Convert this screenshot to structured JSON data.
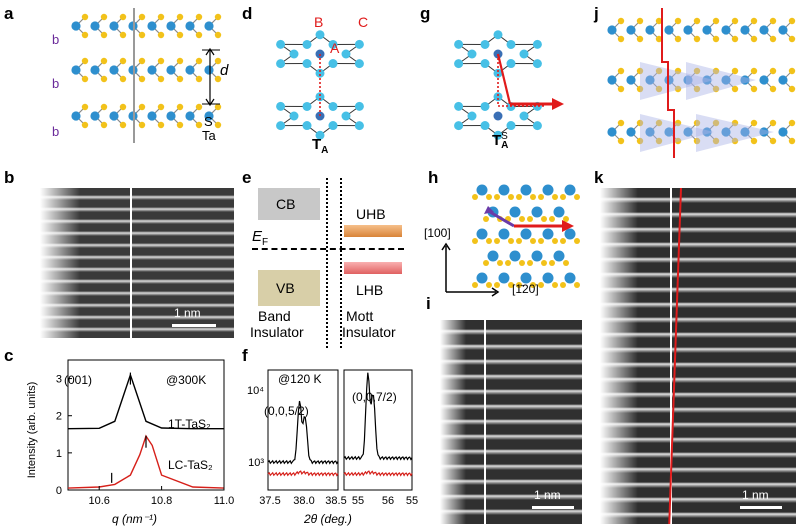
{
  "panels": {
    "a": {
      "label": "a",
      "layers": [
        "b",
        "b",
        "b"
      ],
      "d_label": "d",
      "s_label": "S",
      "ta_label": "Ta"
    },
    "b": {
      "label": "b",
      "scale": "1 nm"
    },
    "c": {
      "label": "c",
      "peak_label": "(001)",
      "temp": "@300K",
      "curve1": "1T-TaS₂",
      "curve2": "LC-TaS₂",
      "ylabel": "Intensity (arb. units)",
      "xlabel": "q (nm⁻¹)"
    },
    "d": {
      "label": "d",
      "pos_a": "A",
      "pos_b": "B",
      "pos_c": "C",
      "stacking": "T",
      "stacking_sub": "A"
    },
    "e": {
      "label": "e",
      "cb": "CB",
      "vb": "VB",
      "ef": "E",
      "ef_sub": "F",
      "uhb": "UHB",
      "lhb": "LHB",
      "left_title1": "Band",
      "left_title2": "Insulator",
      "right_title1": "Mott",
      "right_title2": "Insulator"
    },
    "f": {
      "label": "f",
      "temp": "@120 K",
      "peak1": "(0,0,5/2)",
      "peak2": "(0,0,7/2)",
      "xlabel": "2θ (deg.)"
    },
    "g": {
      "label": "g",
      "stacking": "T",
      "stacking_sub": "A",
      "stacking_sup": "S"
    },
    "h": {
      "label": "h",
      "axis_v": "[100]",
      "axis_h": "[1̄20]"
    },
    "i": {
      "label": "i",
      "scale": "1 nm"
    },
    "j": {
      "label": "j"
    },
    "k": {
      "label": "k",
      "scale": "1 nm"
    }
  },
  "chart_data": [
    {
      "type": "line",
      "panel": "c",
      "title": "",
      "xlabel": "q (nm⁻¹)",
      "ylabel": "Intensity (arb. units)",
      "xlim": [
        10.5,
        11.0
      ],
      "ylim": [
        0,
        3.5
      ],
      "x_ticks": [
        "10.6",
        "10.8",
        "11.0"
      ],
      "y_ticks": [
        "0",
        "1",
        "2",
        "3"
      ],
      "series": [
        {
          "name": "1T-TaS₂",
          "color": "#000000",
          "x": [
            10.5,
            10.6,
            10.65,
            10.68,
            10.7,
            10.72,
            10.75,
            10.8,
            10.9,
            11.0
          ],
          "y": [
            1.65,
            1.66,
            1.85,
            2.6,
            3.1,
            2.6,
            1.85,
            1.67,
            1.65,
            1.65
          ]
        },
        {
          "name": "LC-TaS₂",
          "color": "#d6201a",
          "x": [
            10.5,
            10.6,
            10.65,
            10.7,
            10.73,
            10.75,
            10.77,
            10.8,
            10.9,
            11.0
          ],
          "y": [
            0.05,
            0.08,
            0.15,
            0.4,
            0.95,
            1.45,
            1.2,
            0.4,
            0.08,
            0.05
          ]
        }
      ]
    },
    {
      "type": "line",
      "panel": "f",
      "title": "",
      "xlabel": "2θ (deg.)",
      "ylabel": "",
      "y_scale": "log",
      "x_ticks": [
        "37.5",
        "38.0",
        "38.5",
        "55",
        "56",
        "55"
      ],
      "y_ticks": [
        "10³",
        "10⁴"
      ],
      "series": [
        {
          "name": "",
          "color": "#000000"
        },
        {
          "name": "",
          "color": "#d6201a"
        }
      ]
    }
  ],
  "colors": {
    "ta": "#2e8fce",
    "s": "#f2c21a",
    "red": "#e01b1b",
    "orange": "#e8a050",
    "pink": "#f08080",
    "cb": "#c8c8c8",
    "vb": "#d8cfa8"
  }
}
